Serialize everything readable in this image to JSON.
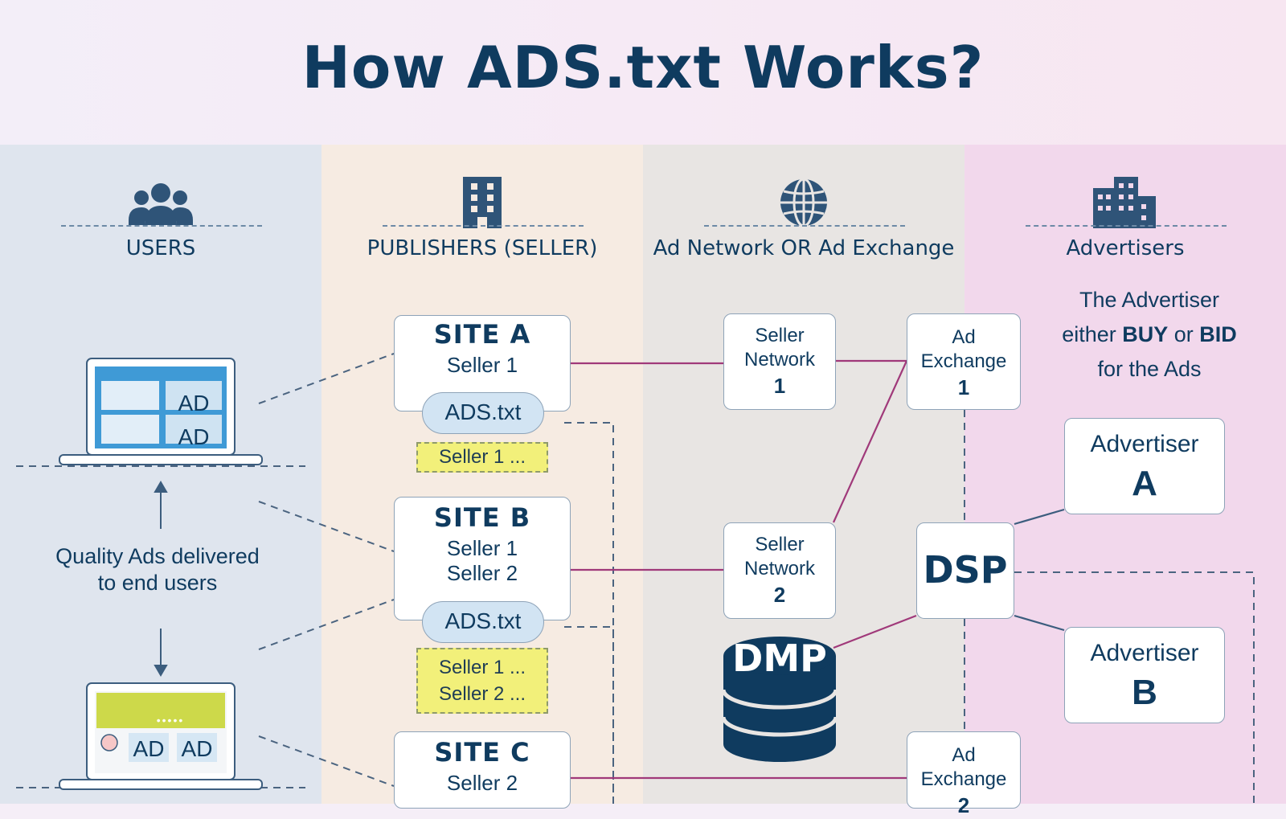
{
  "title": "How ADS.txt Works?",
  "columns": {
    "users": "USERS",
    "publishers": "PUBLISHERS (SELLER)",
    "network": "Ad Network OR Ad Exchange",
    "advertisers": "Advertisers"
  },
  "users": {
    "laptop_top_ads": [
      "AD",
      "AD"
    ],
    "laptop_bottom_ads": [
      "AD",
      "AD"
    ],
    "laptop_bottom_dots": "•••••",
    "quality_line1": "Quality Ads delivered",
    "quality_line2": "to end users"
  },
  "sites": [
    {
      "name": "SITE A",
      "sellers": [
        "Seller 1"
      ],
      "ads_label": "ADS.txt",
      "note": [
        "Seller 1 ..."
      ]
    },
    {
      "name": "SITE B",
      "sellers": [
        "Seller 1",
        "Seller 2"
      ],
      "ads_label": "ADS.txt",
      "note": [
        "Seller 1 ...",
        "Seller 2 ..."
      ]
    },
    {
      "name": "SITE C",
      "sellers": [
        "Seller 2"
      ]
    }
  ],
  "networks": [
    {
      "line1": "Seller",
      "line2": "Network",
      "num": "1"
    },
    {
      "line1": "Seller",
      "line2": "Network",
      "num": "2"
    }
  ],
  "exchanges": [
    {
      "line1": "Ad",
      "line2": "Exchange",
      "num": "1"
    },
    {
      "line1": "Ad",
      "line2": "Exchange",
      "num": "2"
    }
  ],
  "dmp_label": "DMP",
  "dsp_label": "DSP",
  "advertiser_text": {
    "line1": "The Advertiser",
    "line2_a": "either ",
    "line2_buy": "BUY",
    "line2_or": " or ",
    "line2_bid": "BID",
    "line3": "for the Ads"
  },
  "advertisers": [
    {
      "name": "Advertiser",
      "letter": "A"
    },
    {
      "name": "Advertiser",
      "letter": "B"
    }
  ],
  "colors": {
    "navy": "#0f3b5f",
    "connector": "#a0397a",
    "dashed": "#4b6480",
    "note_yellow": "#f2f07a",
    "pill_blue": "#d2e4f3"
  }
}
